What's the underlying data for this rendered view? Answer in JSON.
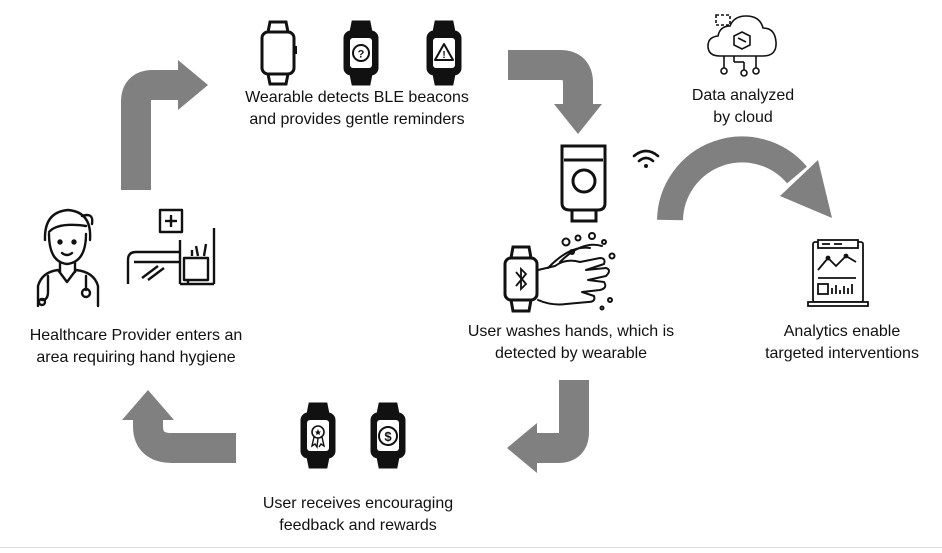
{
  "steps": {
    "provider": {
      "text": "Healthcare Provider enters an\narea requiring hand hygiene"
    },
    "wearable": {
      "text": "Wearable detects BLE beacons\nand provides gentle reminders"
    },
    "wash": {
      "text": "User washes hands, which is\ndetected by wearable"
    },
    "cloud": {
      "text": "Data analyzed\nby cloud"
    },
    "analytics": {
      "text": "Analytics enable\ntargeted interventions"
    },
    "feedback": {
      "text": "User receives encouraging\nfeedback and rewards"
    }
  },
  "watch_screens": {
    "question_glyph": "?",
    "warning_glyph": "!",
    "reward_glyph": "$"
  },
  "colors": {
    "arrow": "#808080",
    "stroke": "#111111",
    "background": "#ffffff"
  },
  "icons": [
    "smartwatch-blank-icon",
    "smartwatch-question-icon",
    "smartwatch-warning-icon",
    "cloud-network-icon",
    "sanitizer-bottle-icon",
    "wifi-icon",
    "bluetooth-watch-icon",
    "washing-hands-icon",
    "analytics-laptop-icon",
    "healthcare-provider-icon",
    "hospital-bed-icon",
    "medal-watch-icon",
    "dollar-watch-icon"
  ]
}
